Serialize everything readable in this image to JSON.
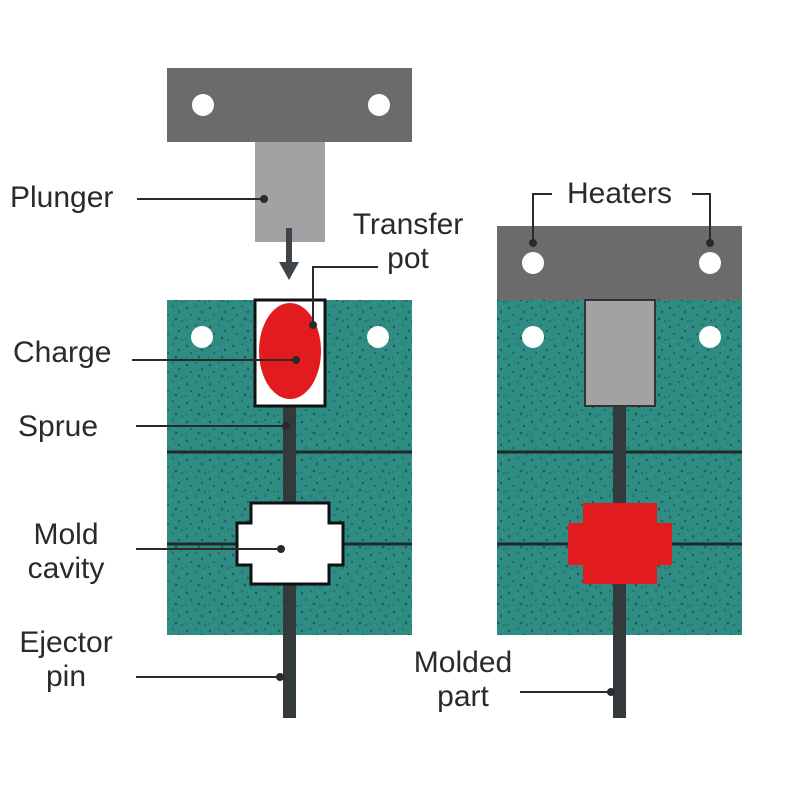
{
  "labels": {
    "plunger": "Plunger",
    "transfer_pot_line1": "Transfer",
    "transfer_pot_line2": "pot",
    "charge": "Charge",
    "sprue": "Sprue",
    "mold_cavity_line1": "Mold",
    "mold_cavity_line2": "cavity",
    "ejector_pin_line1": "Ejector",
    "ejector_pin_line2": "pin",
    "heaters": "Heaters",
    "molded_part_line1": "Molded",
    "molded_part_line2": "part"
  },
  "colors": {
    "mold_teal": "#2f8c83",
    "mold_speckle": "#1f5f59",
    "plate_gray": "#6b6b6b",
    "plunger_gray": "#a2a2a4",
    "charge_red": "#e21b1f",
    "pin_dark": "#34393c",
    "leader_line": "#2a2a2a"
  }
}
